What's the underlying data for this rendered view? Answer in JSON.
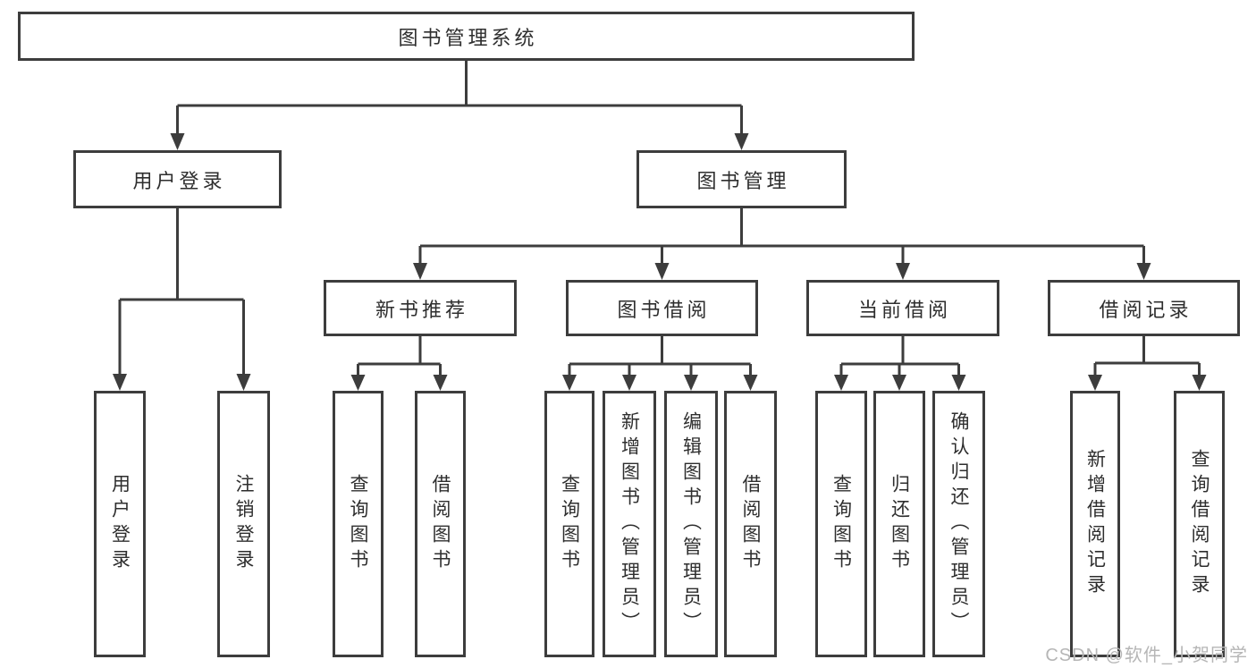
{
  "diagram": {
    "root": {
      "label": "图书管理系统"
    },
    "level2": [
      {
        "label": "用户登录"
      },
      {
        "label": "图书管理"
      }
    ],
    "level3": [
      {
        "label": "新书推荐"
      },
      {
        "label": "图书借阅"
      },
      {
        "label": "当前借阅"
      },
      {
        "label": "借阅记录"
      }
    ],
    "leaves": [
      {
        "label": "用户登录"
      },
      {
        "label": "注销登录"
      },
      {
        "label": "查询图书"
      },
      {
        "label": "借阅图书"
      },
      {
        "label": "查询图书"
      },
      {
        "label": "新增图书（管理员）"
      },
      {
        "label": "编辑图书（管理员）"
      },
      {
        "label": "借阅图书"
      },
      {
        "label": "查询图书"
      },
      {
        "label": "归还图书"
      },
      {
        "label": "确认归还（管理员）"
      },
      {
        "label": "新增借阅记录"
      },
      {
        "label": "查询借阅记录"
      }
    ],
    "watermark": "CSDN @软件_小贺同学",
    "colors": {
      "line": "#3d3d3d",
      "text": "#2e2e2e",
      "watermark": "#b6b6b6",
      "background": "#ffffff"
    }
  }
}
